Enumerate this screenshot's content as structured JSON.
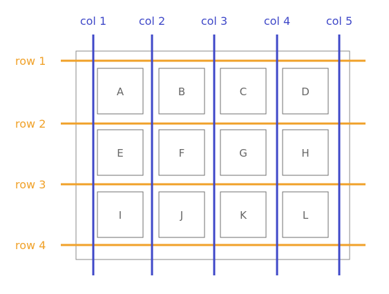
{
  "colors": {
    "column_line": "#3f48c8",
    "row_line": "#f0a129",
    "cell_border": "#6f6f6f",
    "outer_border": "#8a8a8a",
    "cell_text": "#666666"
  },
  "columns": [
    {
      "label": "col 1"
    },
    {
      "label": "col 2"
    },
    {
      "label": "col 3"
    },
    {
      "label": "col 4"
    },
    {
      "label": "col 5"
    }
  ],
  "rows": [
    {
      "label": "row 1"
    },
    {
      "label": "row 2"
    },
    {
      "label": "row 3"
    },
    {
      "label": "row 4"
    }
  ],
  "cells": [
    [
      "A",
      "B",
      "C",
      "D"
    ],
    [
      "E",
      "F",
      "G",
      "H"
    ],
    [
      "I",
      "J",
      "K",
      "L"
    ]
  ]
}
